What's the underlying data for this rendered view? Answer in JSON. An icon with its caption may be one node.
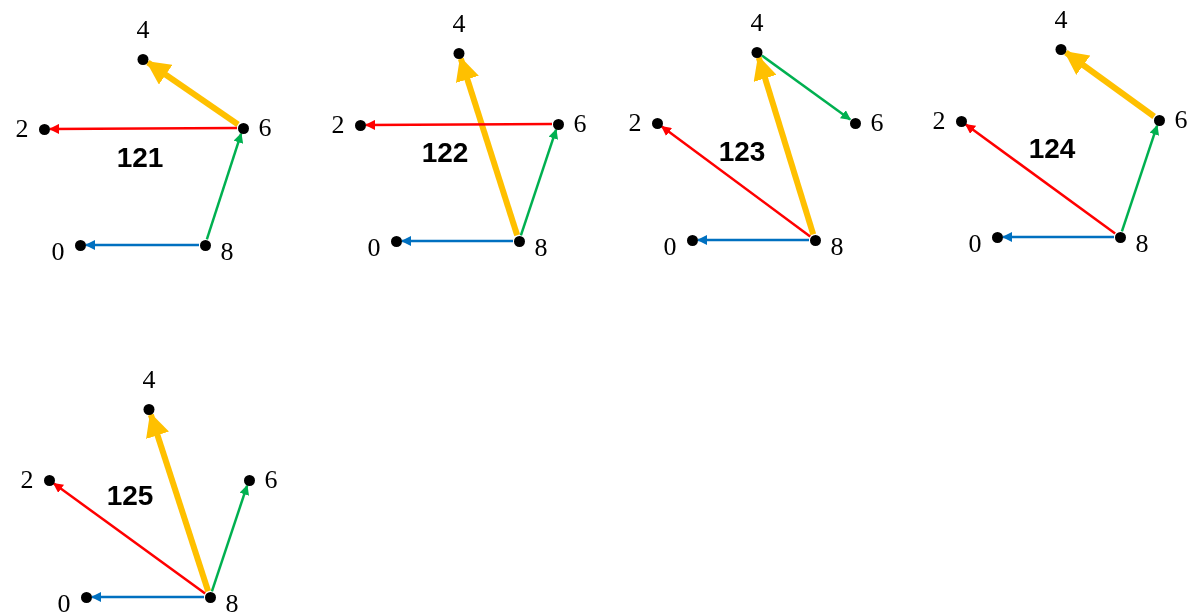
{
  "diagram": {
    "nodes": [
      {
        "text": [
          "4"
        ]
      },
      {
        "text": [
          "2"
        ]
      },
      {
        "text": [
          "6"
        ]
      },
      {
        "text": [
          "0"
        ]
      },
      {
        "text": [
          "8"
        ]
      },
      {
        "text": [
          "4"
        ]
      },
      {
        "text": [
          "2"
        ]
      },
      {
        "text": [
          "6"
        ]
      },
      {
        "text": [
          "0"
        ]
      },
      {
        "text": [
          "8"
        ]
      },
      {
        "text": [
          "4"
        ]
      },
      {
        "text": [
          "2"
        ]
      },
      {
        "text": [
          "6"
        ]
      },
      {
        "text": [
          "0"
        ]
      },
      {
        "text": [
          "8"
        ]
      },
      {
        "text": [
          "4"
        ]
      },
      {
        "text": [
          "2"
        ]
      },
      {
        "text": [
          "6"
        ]
      },
      {
        "text": [
          "0"
        ]
      },
      {
        "text": [
          "8"
        ]
      },
      {
        "text": [
          "4"
        ]
      },
      {
        "text": [
          "2"
        ]
      },
      {
        "text": [
          "6"
        ]
      },
      {
        "text": [
          "0"
        ]
      },
      {
        "text": [
          "8"
        ]
      }
    ],
    "edges": [
      {
        "from": 2,
        "to": 0,
        "arrow": "to",
        "style": "thick",
        "color": "#ffc000"
      },
      {
        "from": 2,
        "to": 1,
        "arrow": "to",
        "color": "#ff0000"
      },
      {
        "from": 4,
        "to": 2,
        "arrow": "to",
        "color": "#00b050"
      },
      {
        "from": 4,
        "to": 3,
        "arrow": "to",
        "color": "#0070c0"
      },
      {
        "from": 9,
        "to": 5,
        "arrow": "to",
        "style": "thick",
        "color": "#ffc000"
      },
      {
        "from": 7,
        "to": 6,
        "arrow": "to",
        "color": "#ff0000"
      },
      {
        "from": 9,
        "to": 7,
        "arrow": "to",
        "color": "#00b050"
      },
      {
        "from": 9,
        "to": 8,
        "arrow": "to",
        "color": "#0070c0"
      },
      {
        "from": 14,
        "to": 10,
        "arrow": "to",
        "style": "thick",
        "color": "#ffc000"
      },
      {
        "from": 10,
        "to": 12,
        "arrow": "to",
        "color": "#00b050"
      },
      {
        "from": 14,
        "to": 11,
        "arrow": "to",
        "color": "#ff0000"
      },
      {
        "from": 14,
        "to": 13,
        "arrow": "to",
        "color": "#0070c0"
      },
      {
        "from": 17,
        "to": 15,
        "arrow": "to",
        "style": "thick",
        "color": "#ffc000"
      },
      {
        "from": 19,
        "to": 16,
        "arrow": "to",
        "color": "#ff0000"
      },
      {
        "from": 19,
        "to": 17,
        "arrow": "to",
        "color": "#00b050"
      },
      {
        "from": 19,
        "to": 18,
        "arrow": "to",
        "color": "#0070c0"
      },
      {
        "from": 24,
        "to": 20,
        "arrow": "to",
        "style": "thick",
        "color": "#ffc000"
      },
      {
        "from": 24,
        "to": 21,
        "arrow": "to",
        "color": "#ff0000"
      },
      {
        "from": 24,
        "to": 22,
        "arrow": "to",
        "color": "#00b050"
      },
      {
        "from": 24,
        "to": 23,
        "arrow": "to",
        "color": "#0070c0"
      }
    ],
    "labels": [
      "121",
      "122",
      "123",
      "124",
      "125"
    ]
  }
}
